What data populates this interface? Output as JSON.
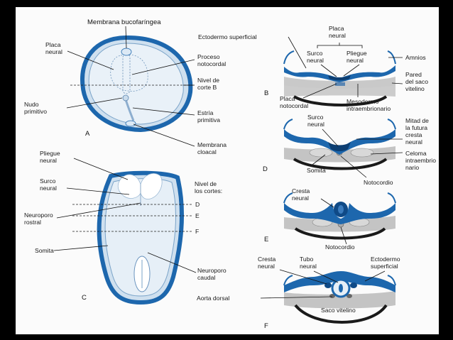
{
  "figure_letters": {
    "a": "A",
    "b": "B",
    "c": "C",
    "d": "D",
    "e": "E",
    "f": "F"
  },
  "labels_a": {
    "membrana_bucofaringea": "Membrana bucofaríngea",
    "placa_neural_1": "Placa",
    "placa_neural_2": "neural",
    "proceso_1": "Proceso",
    "proceso_2": "notocordal",
    "nivel_corte_1": "Nivel de",
    "nivel_corte_2": "corte B",
    "nudo_1": "Nudo",
    "nudo_2": "primitivo",
    "estria_1": "Estría",
    "estria_2": "primitiva",
    "membrana_cloacal_1": "Membrana",
    "membrana_cloacal_2": "cloacal"
  },
  "labels_c": {
    "pliegue_1": "Pliegue",
    "pliegue_2": "neural",
    "surco_1": "Surco",
    "surco_2": "neural",
    "nivel_1": "Nivel de",
    "nivel_2": "los cortes:",
    "neuroporo_rostral_1": "Neuroporo",
    "neuroporo_rostral_2": "rostral",
    "somita": "Somita",
    "neuroporo_caudal_1": "Neuroporo",
    "neuroporo_caudal_2": "caudal",
    "cut_d": "D",
    "cut_e": "E",
    "cut_f": "F"
  },
  "labels_b": {
    "ectodermo_superficial": "Ectodermo superficial",
    "placa_neural_top_1": "Placa",
    "placa_neural_top_2": "neural",
    "surco_1": "Surco",
    "surco_2": "neural",
    "pliegue_1": "Pliegue",
    "pliegue_2": "neural",
    "amnios": "Amnios",
    "pared_1": "Pared",
    "pared_2": "del saco",
    "pared_3": "vitelino",
    "placa_notocordal_1": "Placa",
    "placa_notocordal_2": "notocordal",
    "mesodermo_1": "Mesodermo",
    "mesodermo_2": "intraembrionario"
  },
  "labels_d": {
    "surco_1": "Surco",
    "surco_2": "neural",
    "mitad_1": "Mitad de",
    "mitad_2": "la futura",
    "mitad_3": "cresta",
    "mitad_4": "neural",
    "celoma_1": "Celoma",
    "celoma_2": "intraembrio",
    "celoma_3": "nario",
    "somita": "Somita",
    "notocordio": "Notocordio"
  },
  "labels_e": {
    "cresta_1": "Cresta",
    "cresta_2": "neural",
    "notocordio": "Notocordio"
  },
  "labels_f": {
    "cresta_1": "Cresta",
    "cresta_2": "neural",
    "tubo_1": "Tubo",
    "tubo_2": "neural",
    "ectodermo_1": "Ectodermo",
    "ectodermo_2": "superficial",
    "aorta": "Aorta dorsal",
    "saco": "Saco vitelino"
  },
  "colors": {
    "ectoderm_blue": "#1d67ad",
    "light_blue": "#c9dced",
    "mesoderm_gray": "#bdbdbd",
    "background": "#fbfbfb"
  }
}
